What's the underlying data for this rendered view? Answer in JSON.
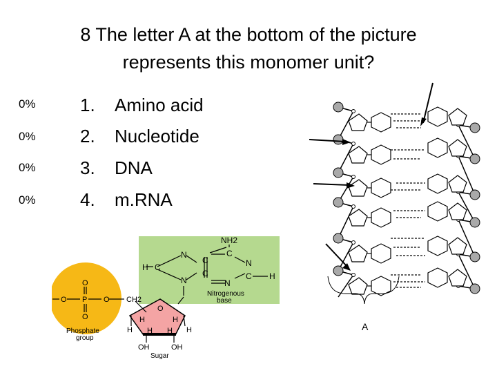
{
  "slide": {
    "title_line1": "8 The letter A at the bottom of the picture",
    "title_line2": "represents this monomer unit?"
  },
  "answers": [
    {
      "percent": "0%",
      "number": "1.",
      "text": "Amino acid"
    },
    {
      "percent": "0%",
      "number": "2.",
      "text": "Nucleotide"
    },
    {
      "percent": "0%",
      "number": "3.",
      "text": "DNA"
    },
    {
      "percent": "0%",
      "number": "4.",
      "text": "m.RNA"
    }
  ],
  "dna_diagram": {
    "bracket_label": "A"
  },
  "nucleotide_diagram": {
    "base_label_line1": "Nitrogenous",
    "base_label_line2": "base",
    "phosphate_label_line1": "Phosphate",
    "phosphate_label_line2": "group",
    "sugar_label": "Sugar",
    "atoms": {
      "nh2": "NH2",
      "h": "H",
      "c": "C",
      "n": "N",
      "o": "O",
      "p": "P",
      "ch2": "CH2",
      "oh": "OH"
    },
    "colors": {
      "base_bg": "#b5d98f",
      "phosphate_fill": "#f6b816",
      "sugar_fill": "#f4a4a4",
      "helix_node": "#a9a9a9"
    }
  }
}
